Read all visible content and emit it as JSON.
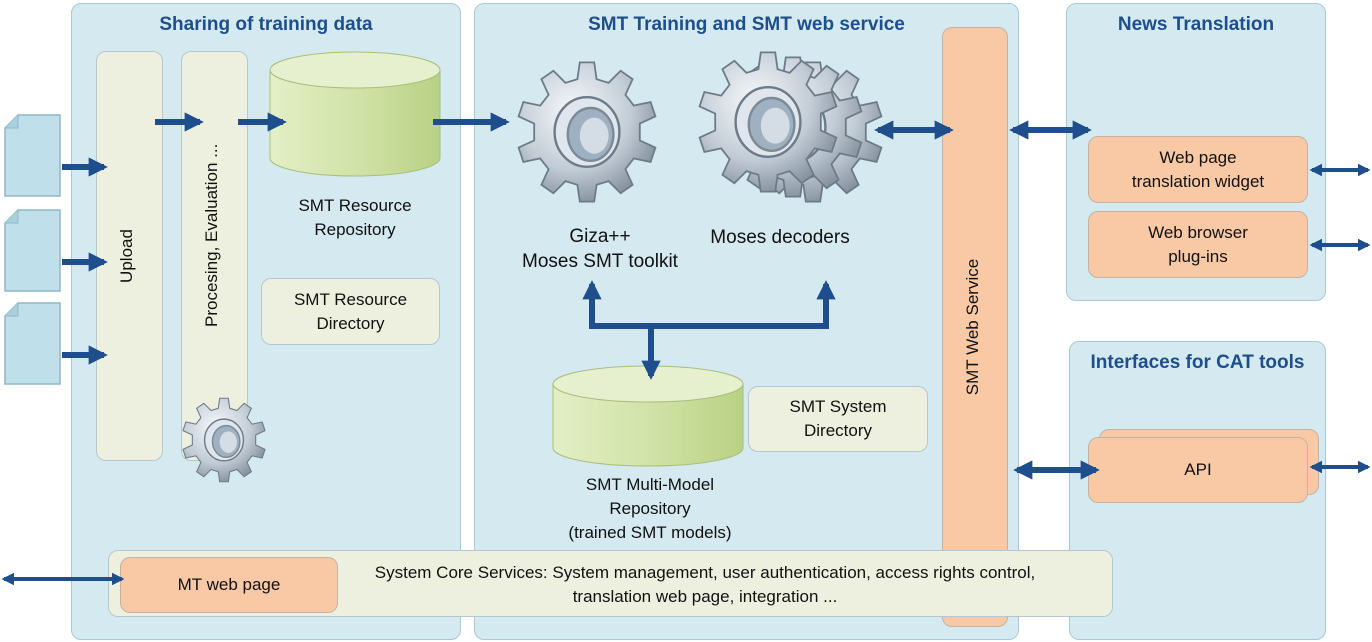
{
  "panels": {
    "sharing": "Sharing of training data",
    "training": "SMT Training and SMT web service",
    "news": "News Translation",
    "cat": "Interfaces for CAT tools"
  },
  "boxes": {
    "upload": "Upload",
    "processing": "Procesing, Evaluation ...",
    "resource_repository": "SMT Resource\nRepository",
    "resource_directory": "SMT Resource\nDirectory",
    "giza": "Giza++\nMoses SMT toolkit",
    "moses_decoders": "Moses decoders",
    "multi_model_repository": "SMT Multi-Model\nRepository\n(trained SMT models)",
    "system_directory": "SMT System\nDirectory",
    "web_service": "SMT Web Service",
    "web_page_widget": "Web page\ntranslation widget",
    "browser_plugins": "Web browser\nplug-ins",
    "api": "API",
    "mt_web_page": "MT web page",
    "core_services": "System Core Services: System management, user authentication, access rights control,\ntranslation web page, integration ..."
  },
  "colors": {
    "panel_fill": "#d4e9f0",
    "title_text": "#1f4e8c",
    "arrow": "#1f4e8c",
    "beige_box": "#edf0df",
    "peach_box": "#f9c9a5",
    "cylinder": "#cfe3a6",
    "document": "#bfe0ea"
  },
  "icons": [
    "document-icon",
    "gear-icon",
    "database-icon",
    "arrow-icon"
  ]
}
